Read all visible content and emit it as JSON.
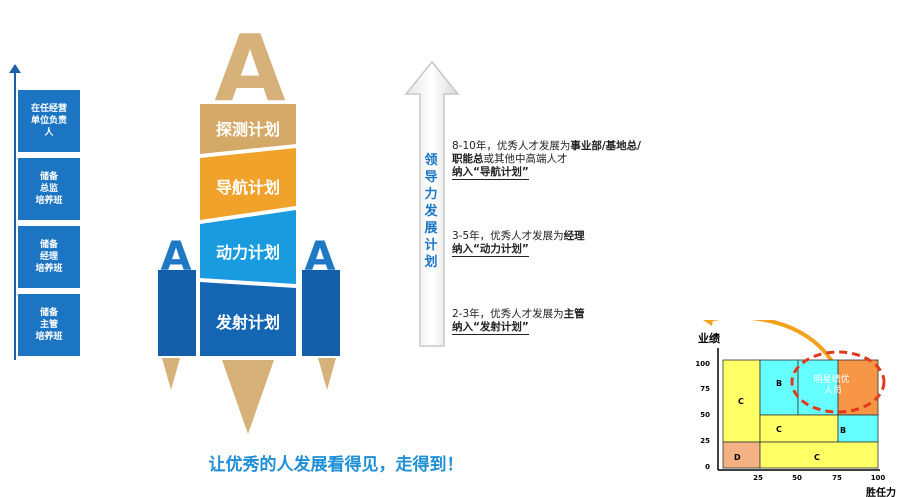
{
  "ladder": {
    "items": [
      {
        "label": "在任经营\n单位负责\n人"
      },
      {
        "label": "储备\n总监\n培养班"
      },
      {
        "label": "储备\n经理\n培养班"
      },
      {
        "label": "储备\n主管\n培养班"
      }
    ]
  },
  "rocket": {
    "top_letter": "A",
    "side_letter_left": "A",
    "side_letter_right": "A",
    "stages": [
      {
        "label": "探测计划",
        "color": "#d4a866"
      },
      {
        "label": "导航计划",
        "color": "#f0a22a"
      },
      {
        "label": "动力计划",
        "color": "#1a9be0"
      },
      {
        "label": "发射计划",
        "color": "#1466b3"
      }
    ],
    "colors": {
      "gold": "#d6b179",
      "blue_dark": "#155ea8",
      "blue_side": "#1f78c4"
    }
  },
  "slogan": "让优秀的人发展看得见，走得到！",
  "arrow": {
    "label": "领导力发展计划"
  },
  "descriptions": [
    {
      "lead": "8-10年，优秀人才发展为",
      "role": "事业部/基地总/",
      "lead2": "职能总",
      "tail": "或其他中高端人才",
      "plan": "纳入“导航计划”"
    },
    {
      "lead": "3-5年，优秀人才发展为",
      "role": "经理",
      "lead2": "",
      "tail": "",
      "plan": "纳入“动力计划”"
    },
    {
      "lead": "2-3年，优秀人才发展为",
      "role": "主管",
      "lead2": "",
      "tail": "",
      "plan": "纳入“发射计划”"
    }
  ],
  "matrix": {
    "y_title": "业绩",
    "x_title": "胜任力",
    "y_ticks": [
      "100",
      "75",
      "50",
      "25",
      "0"
    ],
    "x_ticks": [
      "25",
      "50",
      "75",
      "100"
    ],
    "cell_labels": {
      "C_top": "C",
      "B_top": "B",
      "C_mid": "C",
      "B_mid": "B",
      "D": "D",
      "C_bot": "C"
    },
    "star_label": "明星绩优\n人员",
    "colors": {
      "yellow": "#ffff66",
      "cyan": "#66ffff",
      "orange": "#f79646",
      "peach": "#f4b183",
      "circle": "#e03a1e",
      "curve": "#f2a21d"
    }
  }
}
